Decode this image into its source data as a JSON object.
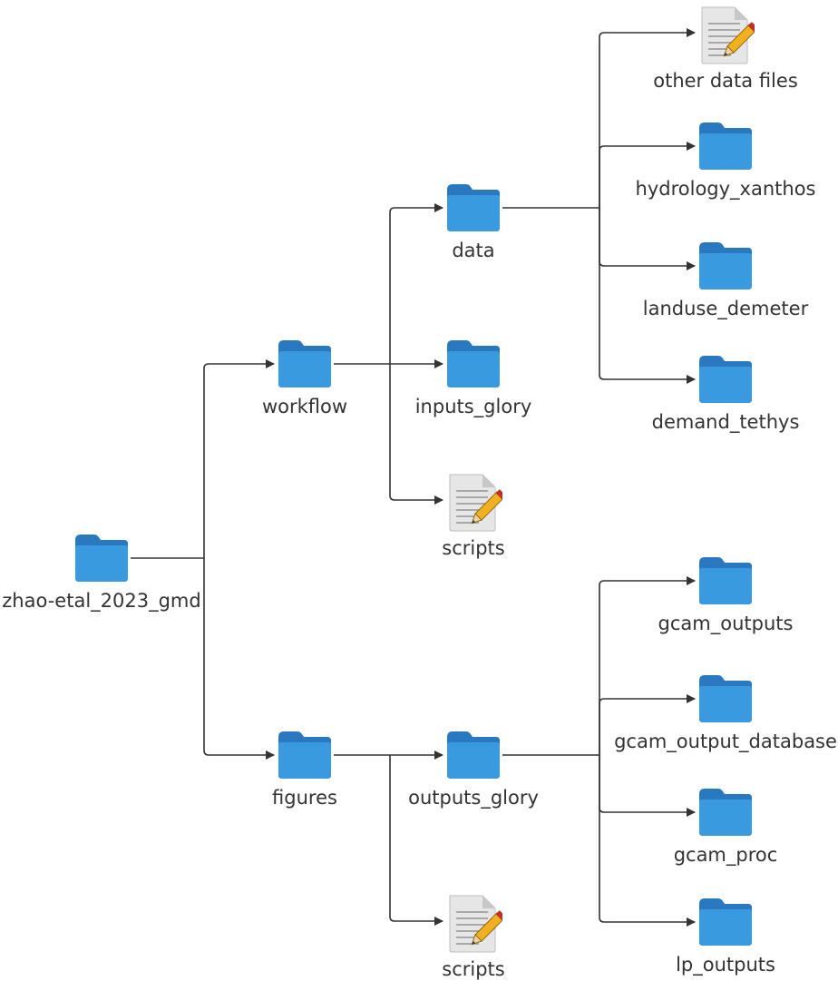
{
  "colors": {
    "folder_back": "#2a78bf",
    "folder_front": "#3a9ae0",
    "line": "#333333",
    "doc_page": "#e6e6e6",
    "doc_fold": "#c8c8c8",
    "pencil": "#f0b020",
    "pencil_tip": "#c03028"
  },
  "tree": {
    "label": "zhao-etal_2023_gmd",
    "icon": "folder-icon",
    "children": [
      {
        "label": "workflow",
        "icon": "folder-icon",
        "children": [
          {
            "label": "data",
            "icon": "folder-icon",
            "children": [
              {
                "label": "other data files",
                "icon": "document-icon"
              },
              {
                "label": "hydrology_xanthos",
                "icon": "folder-icon"
              },
              {
                "label": "landuse_demeter",
                "icon": "folder-icon"
              },
              {
                "label": "demand_tethys",
                "icon": "folder-icon"
              }
            ]
          },
          {
            "label": "inputs_glory",
            "icon": "folder-icon"
          },
          {
            "label": "scripts",
            "icon": "document-icon"
          }
        ]
      },
      {
        "label": "figures",
        "icon": "folder-icon",
        "children": [
          {
            "label": "outputs_glory",
            "icon": "folder-icon",
            "children": [
              {
                "label": "gcam_outputs",
                "icon": "folder-icon"
              },
              {
                "label": "gcam_output_database",
                "icon": "folder-icon"
              },
              {
                "label": "gcam_proc",
                "icon": "folder-icon"
              },
              {
                "label": "lp_outputs",
                "icon": "folder-icon"
              }
            ]
          },
          {
            "label": "scripts",
            "icon": "document-icon"
          }
        ]
      }
    ]
  }
}
